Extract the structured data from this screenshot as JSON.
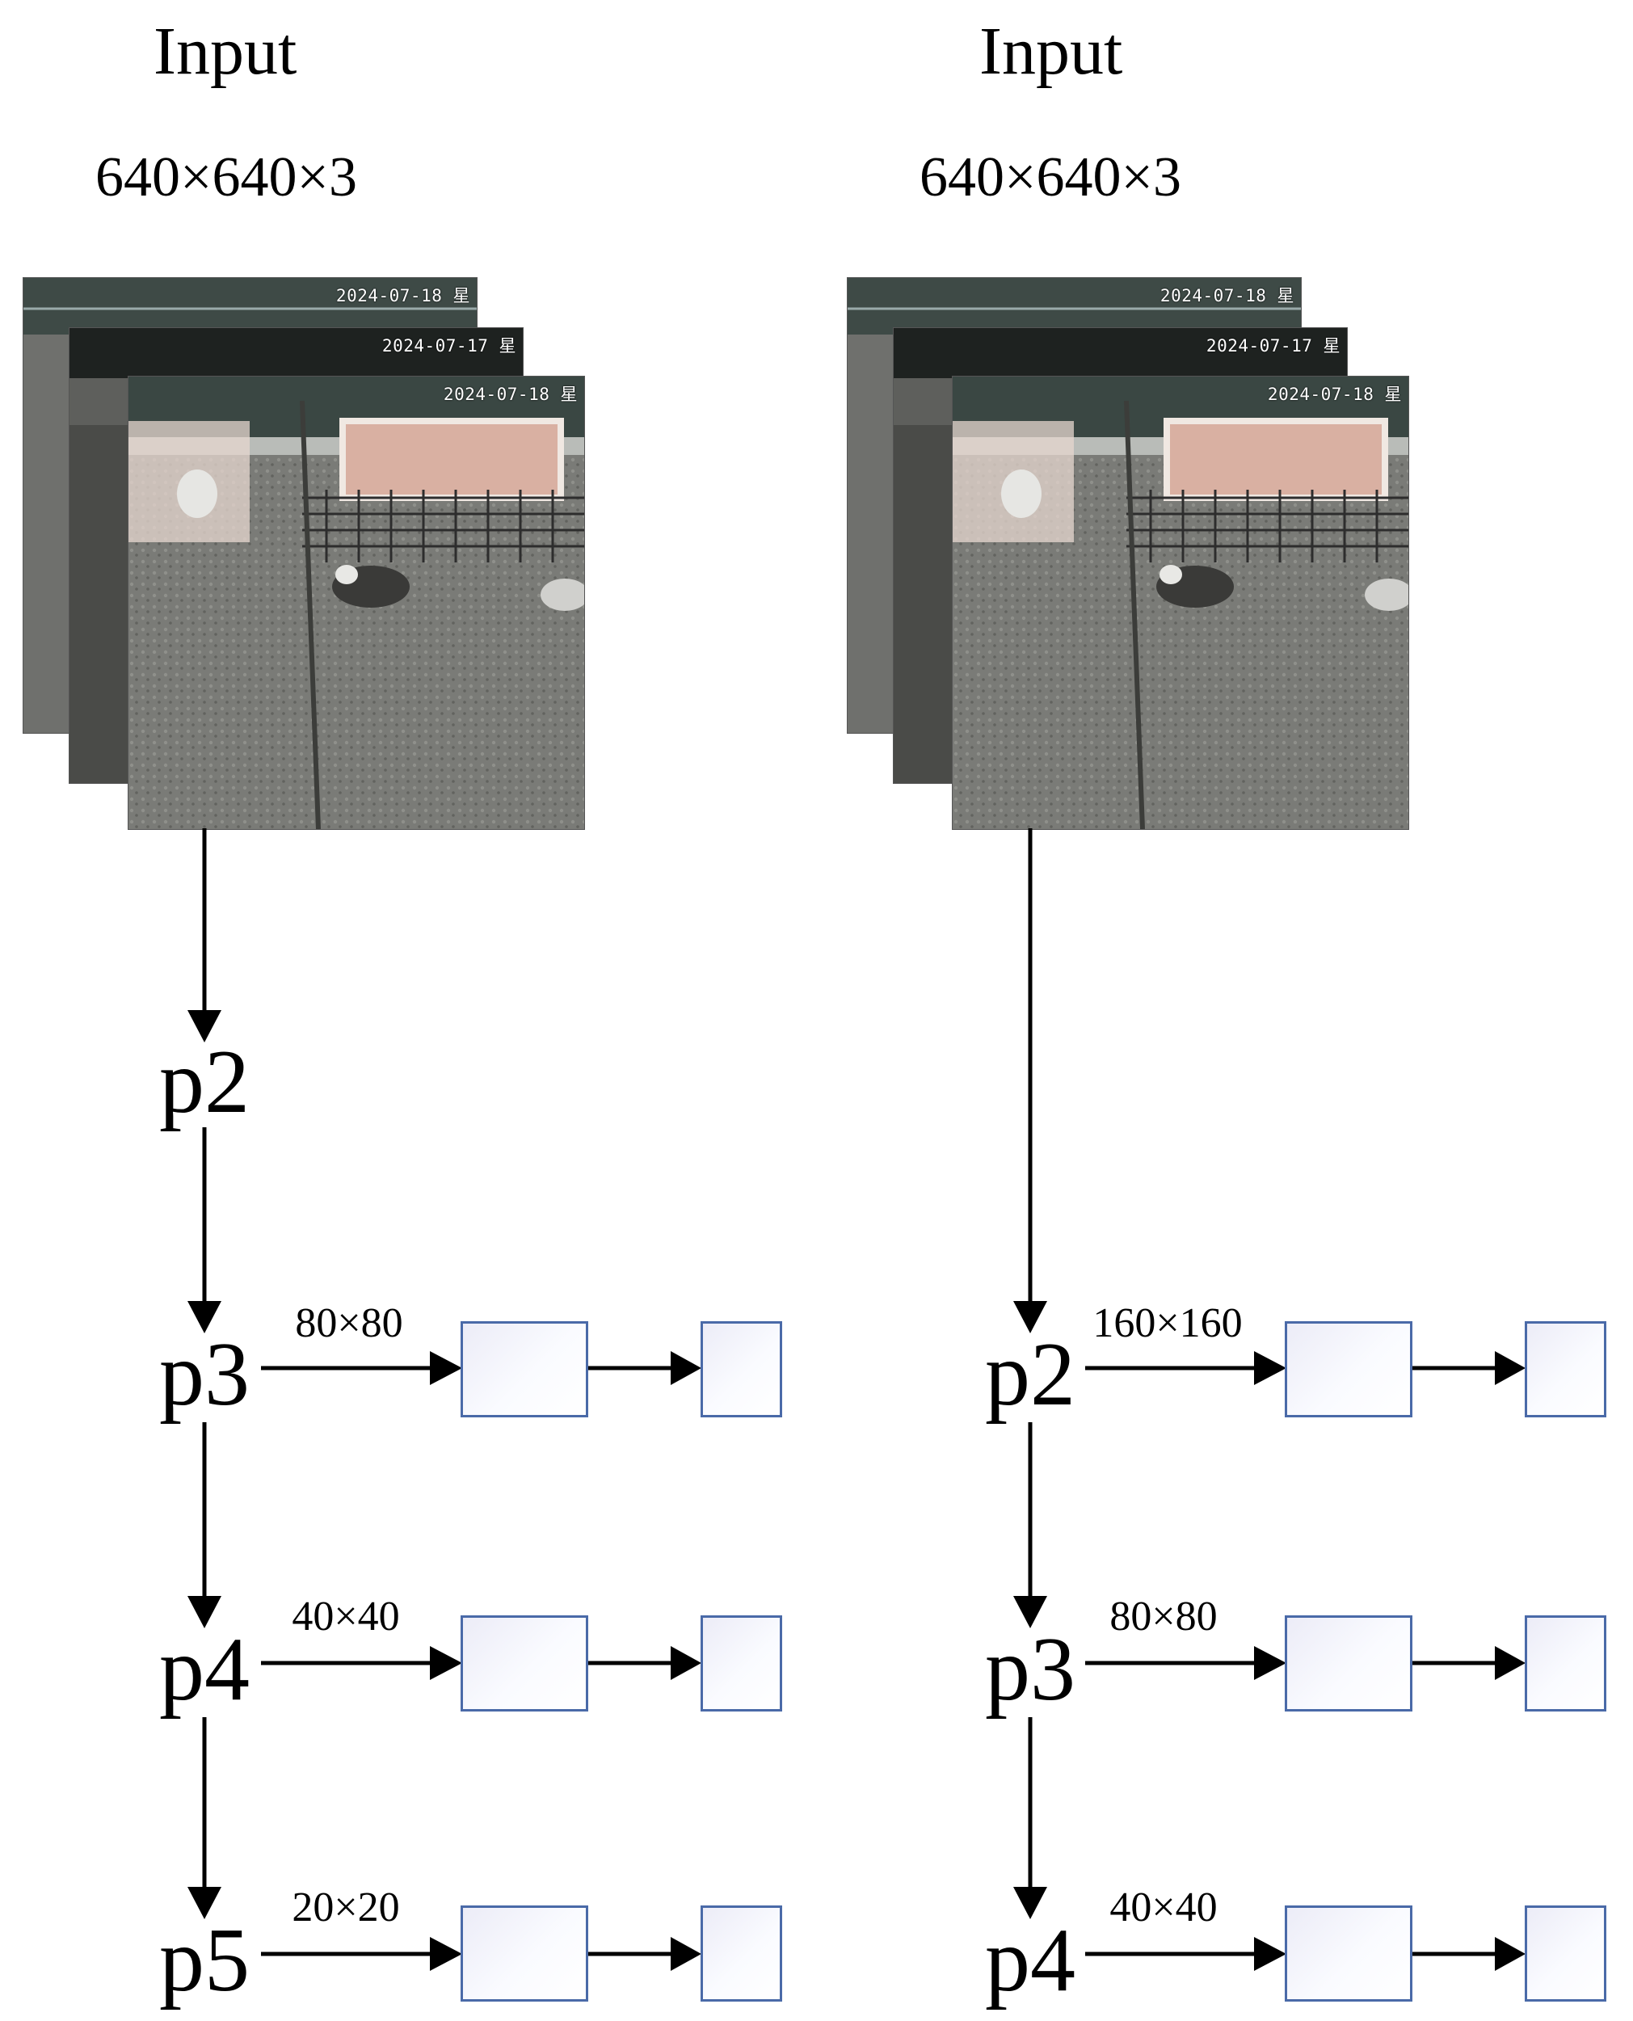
{
  "colors": {
    "arrow": "#000000",
    "box_border": "#4a6aa8",
    "box_fill": "#f3f4fb"
  },
  "columns": [
    {
      "title": "Input",
      "dims": "640×640×3",
      "frames": [
        {
          "timestamp": "2024-07-18 星"
        },
        {
          "timestamp": "2024-07-17 星"
        },
        {
          "timestamp": "2024-07-18 星"
        }
      ],
      "pre_nodes": [
        "p2"
      ],
      "rows": [
        {
          "node": "p3",
          "size": "80×80"
        },
        {
          "node": "p4",
          "size": "40×40"
        },
        {
          "node": "p5",
          "size": "20×20"
        }
      ]
    },
    {
      "title": "Input",
      "dims": "640×640×3",
      "frames": [
        {
          "timestamp": "2024-07-18 星"
        },
        {
          "timestamp": "2024-07-17 星"
        },
        {
          "timestamp": "2024-07-18 星"
        }
      ],
      "pre_nodes": [],
      "rows": [
        {
          "node": "p2",
          "size": "160×160"
        },
        {
          "node": "p3",
          "size": "80×80"
        },
        {
          "node": "p4",
          "size": "40×40"
        }
      ]
    }
  ]
}
